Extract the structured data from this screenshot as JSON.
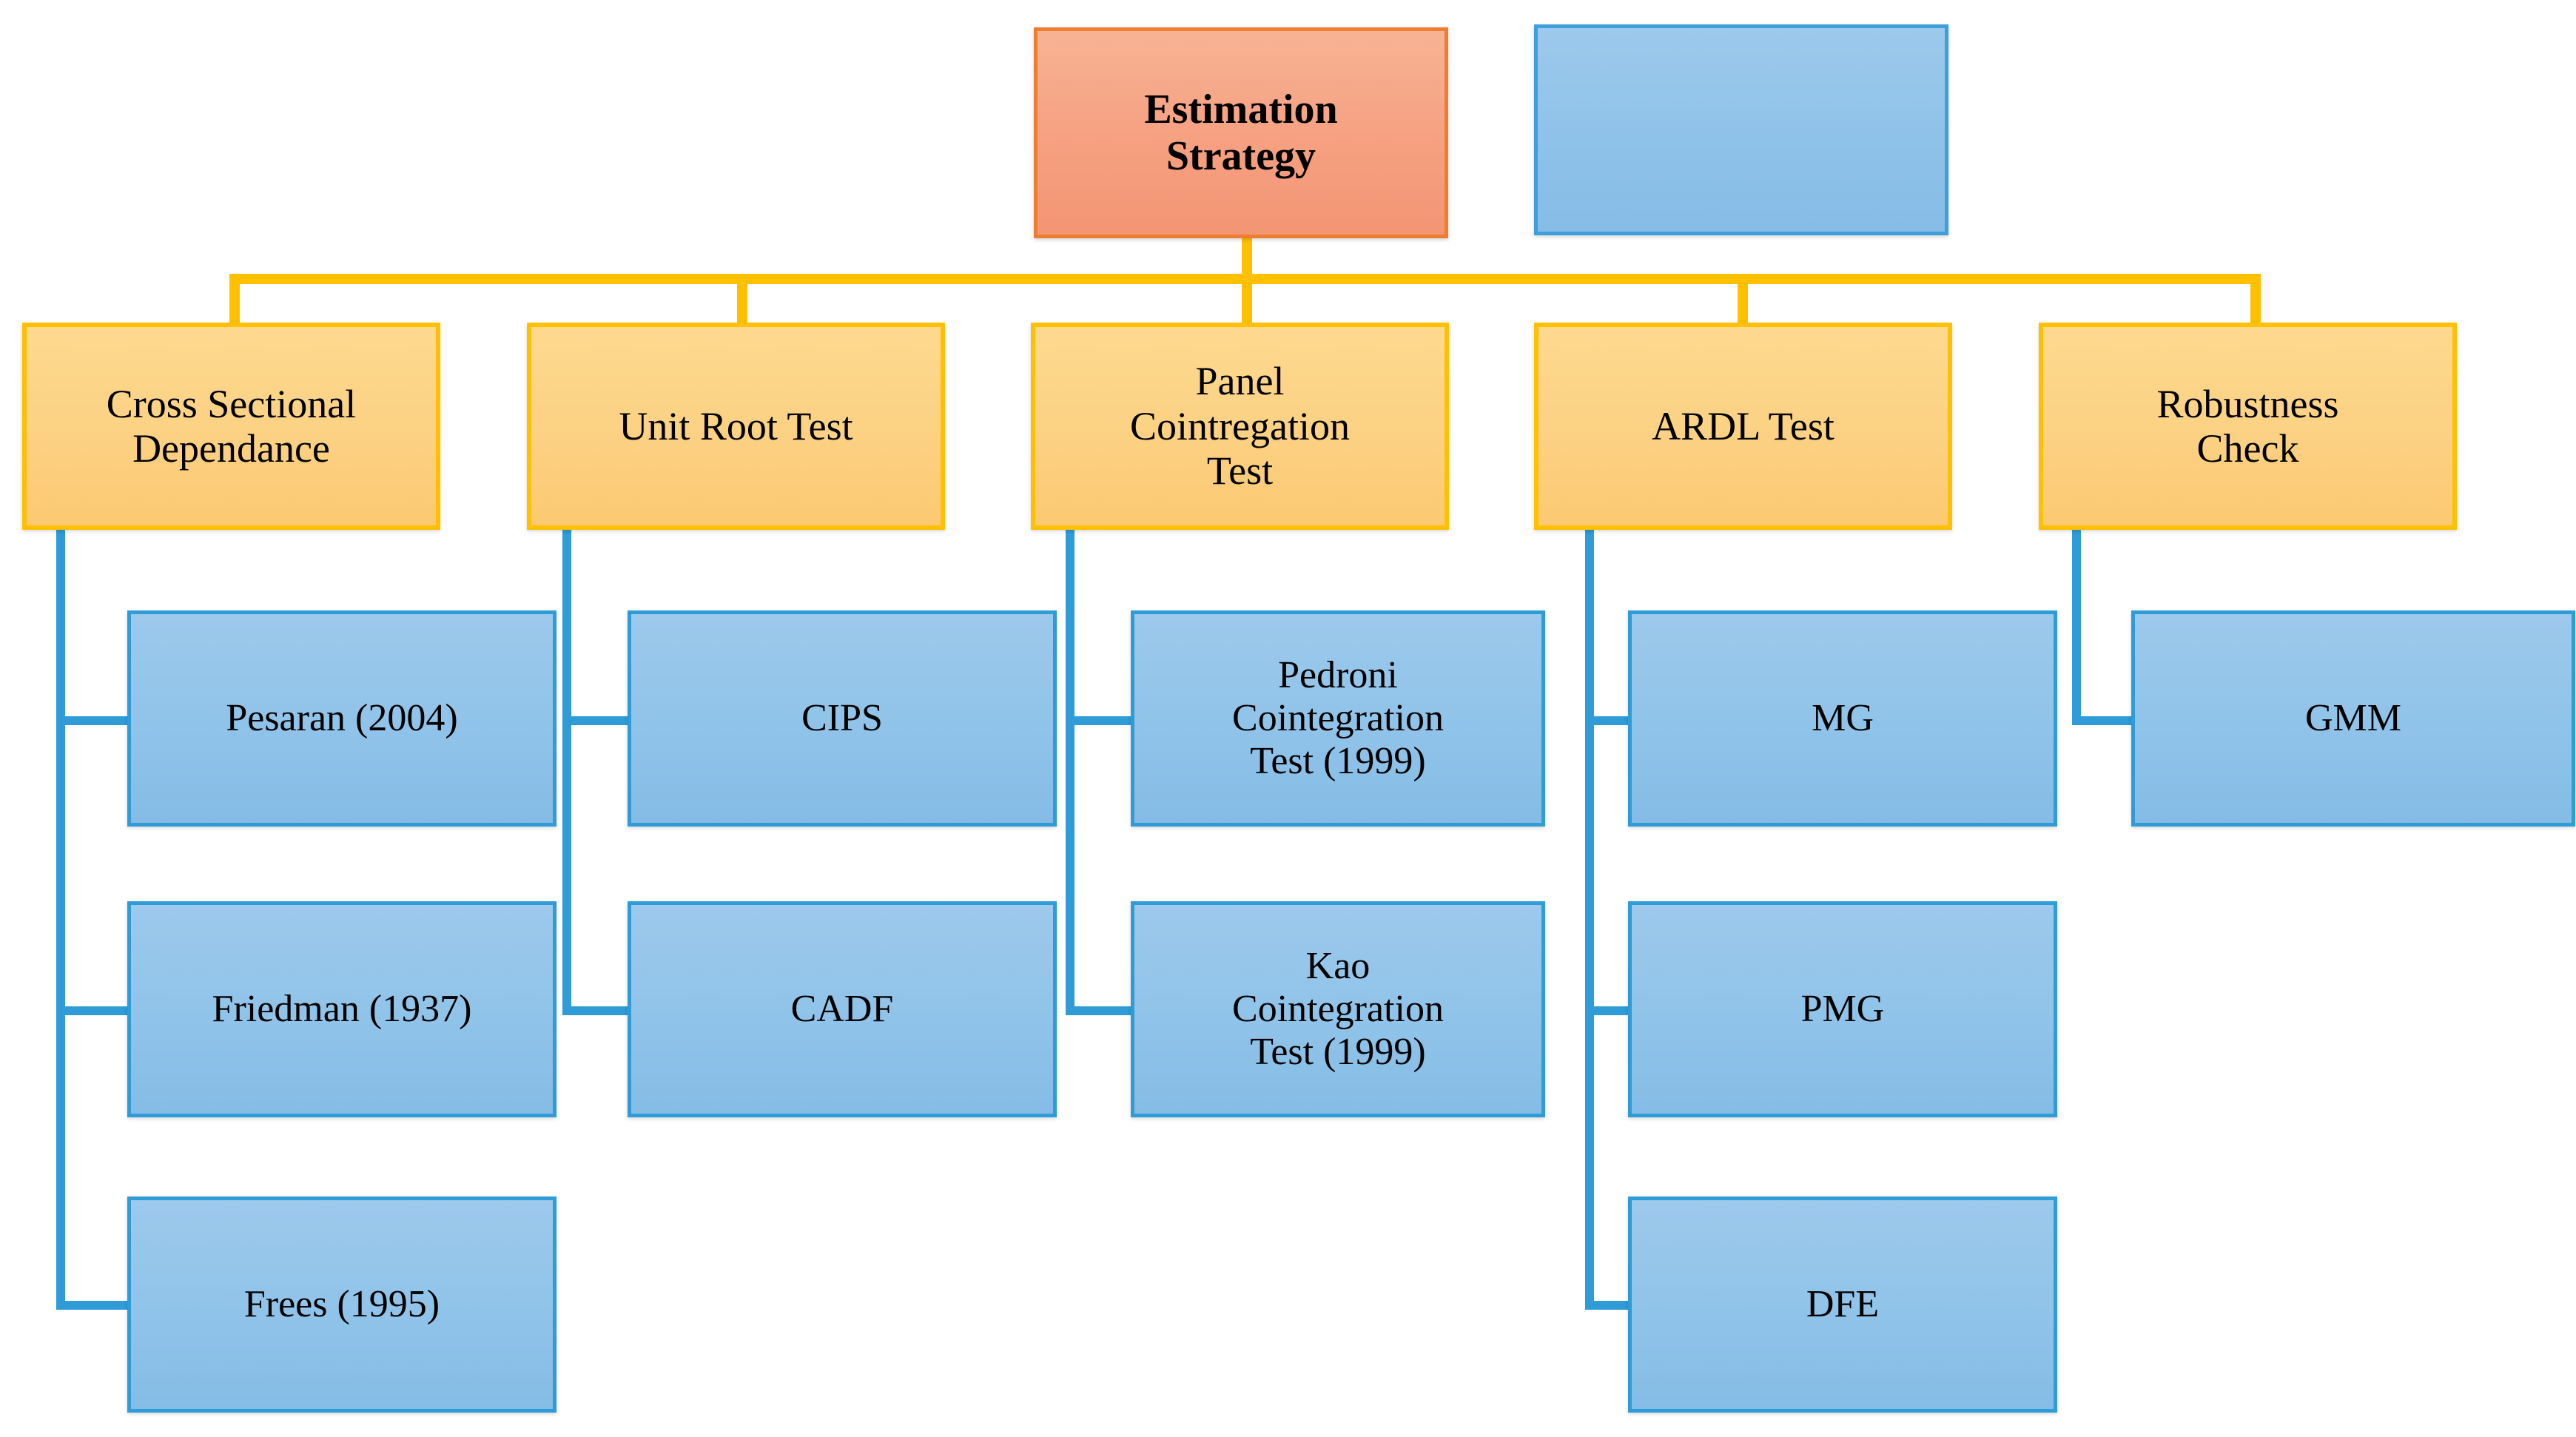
{
  "diagram": {
    "type": "organizational-flowchart",
    "title_node": {
      "label": "Estimation\nStrategy"
    },
    "blank_node": {
      "label": ""
    },
    "branches": [
      {
        "label": "Cross Sectional\nDependance",
        "children": [
          {
            "label": "Pesaran (2004)"
          },
          {
            "label": "Friedman (1937)"
          },
          {
            "label": "Frees (1995)"
          }
        ]
      },
      {
        "label": "Unit Root Test",
        "children": [
          {
            "label": "CIPS"
          },
          {
            "label": "CADF"
          }
        ]
      },
      {
        "label": "Panel\nCointregation\nTest",
        "children": [
          {
            "label": "Pedroni\nCointegration\nTest (1999)"
          },
          {
            "label": "Kao\nCointegration\nTest (1999)"
          }
        ]
      },
      {
        "label": "ARDL Test",
        "children": [
          {
            "label": "MG"
          },
          {
            "label": "PMG"
          },
          {
            "label": "DFE"
          }
        ]
      },
      {
        "label": "Robustness\nCheck",
        "children": [
          {
            "label": "GMM"
          }
        ]
      }
    ]
  },
  "colors": {
    "root_fill": "#F6A384",
    "root_border": "#ED7D31",
    "branch_fill": "#FCD183",
    "branch_border": "#FFC000",
    "leaf_fill": "#90C3E9",
    "leaf_border": "#2F9BD7",
    "connector_top": "#FFC000",
    "connector_sub": "#2F9BD7",
    "background": "#FFFFFF"
  }
}
